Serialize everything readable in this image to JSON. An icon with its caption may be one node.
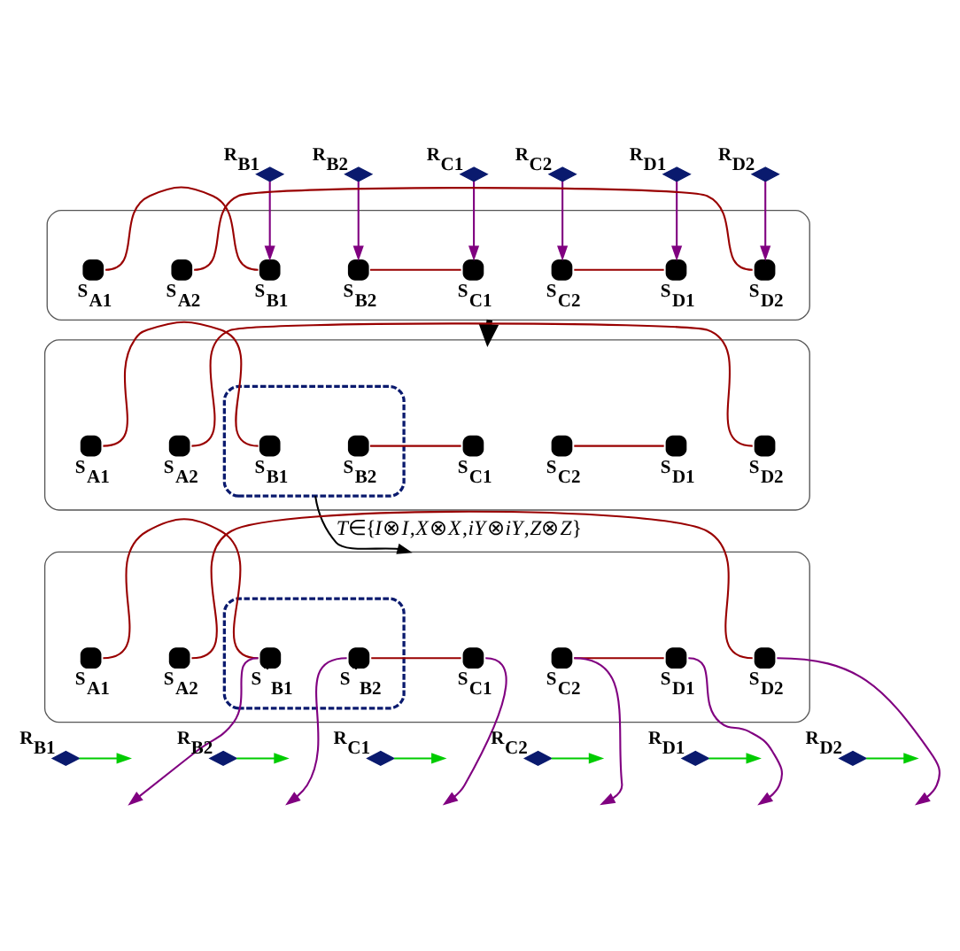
{
  "diagram": {
    "nodes": [
      {
        "text": [
          "R$_{B1}$"
        ]
      },
      {
        "text": [
          "R$_{B2}$"
        ]
      },
      {
        "text": [
          "R$_{C1}$"
        ]
      },
      {
        "text": [
          "R$_{C2}$"
        ]
      },
      {
        "text": [
          "R$_{D1}$"
        ]
      },
      {
        "text": [
          "R$_{D2}$"
        ]
      },
      {
        "text": [],
        "shape": "box"
      },
      {
        "text": [
          "S$_{A1}$"
        ],
        "in": 6
      },
      {
        "text": [
          "S$_{A2}$"
        ],
        "in": 6
      },
      {
        "text": [
          "S$_{B1}$"
        ],
        "in": 6
      },
      {
        "text": [
          "S$_{B2}$"
        ],
        "in": 6
      },
      {
        "text": [
          "S$_{C1}$"
        ],
        "in": 6
      },
      {
        "text": [
          "S$_{C2}$"
        ],
        "in": 6
      },
      {
        "text": [
          "S$_{D1}$"
        ],
        "in": 6
      },
      {
        "text": [
          "S$_{D2}$"
        ],
        "in": 6
      },
      {
        "text": [],
        "shape": "box"
      },
      {
        "text": [
          "S$_{A1}$"
        ],
        "in": 15
      },
      {
        "text": [
          "S$_{A2}$"
        ],
        "in": 15
      },
      {
        "text": [],
        "shape": "ellipse",
        "in": 15
      },
      {
        "text": [
          "S$_{B1}$"
        ],
        "in": 18
      },
      {
        "text": [
          "S$_{B2}$"
        ],
        "in": 18
      },
      {
        "text": [
          "S$_{C1}$"
        ],
        "in": 15
      },
      {
        "text": [
          "S$_{C2}$"
        ],
        "in": 15
      },
      {
        "text": [
          "S$_{D1}$"
        ],
        "in": 15
      },
      {
        "text": [
          "S$_{D2}$"
        ],
        "in": 15
      },
      {
        "text": [],
        "shape": "box"
      },
      {
        "text": [
          "S$_{A1}$"
        ],
        "in": 25
      },
      {
        "text": [
          "S$_{A2}$"
        ],
        "in": 25
      },
      {
        "text": [],
        "shape": "ellipse",
        "in": 25
      },
      {
        "text": [
          "S$^{*}$$_{B1}$"
        ],
        "in": 28
      },
      {
        "text": [
          "S$^{*}$$_{B2}$"
        ],
        "in": 28
      },
      {
        "text": [
          "S$_{C1}$"
        ],
        "in": 25
      },
      {
        "text": [
          "S$_{C2}$"
        ],
        "in": 25
      },
      {
        "text": [
          "S$_{D1}$"
        ],
        "in": 25
      },
      {
        "text": [
          "S$_{D2}$"
        ],
        "in": 25
      },
      {
        "text": [
          "R$_{B1}$"
        ]
      },
      {
        "text": [
          "R$_{B2}$"
        ]
      },
      {
        "text": [
          "R$_{C1}$"
        ]
      },
      {
        "text": [
          "R$_{C2}$"
        ]
      },
      {
        "text": [
          "R$_{D1}$"
        ]
      },
      {
        "text": [
          "R$_{D2}$"
        ]
      }
    ],
    "edges": [
      {
        "from": 0,
        "to": 9,
        "arrow": "to",
        "color": "#800080"
      },
      {
        "from": 1,
        "to": 10,
        "arrow": "to",
        "color": "#800080"
      },
      {
        "from": 2,
        "to": 11,
        "arrow": "to",
        "color": "#800080"
      },
      {
        "from": 3,
        "to": 12,
        "arrow": "to",
        "color": "#800080"
      },
      {
        "from": 4,
        "to": 13,
        "arrow": "to",
        "color": "#800080"
      },
      {
        "from": 5,
        "to": 14,
        "arrow": "to",
        "color": "#800080"
      },
      {
        "from": 7,
        "to": 9,
        "arrow": "none",
        "color": "#990000"
      },
      {
        "from": 8,
        "to": 14,
        "arrow": "none",
        "color": "#990000"
      },
      {
        "from": 10,
        "to": 11,
        "arrow": "none",
        "color": "#990000"
      },
      {
        "from": 12,
        "to": 13,
        "arrow": "none",
        "color": "#990000"
      },
      {
        "from": 6,
        "to": 15,
        "arrow": "to",
        "style": "thick",
        "color": "#000000"
      },
      {
        "from": 16,
        "to": 19,
        "arrow": "none",
        "color": "#990000"
      },
      {
        "from": 17,
        "to": 24,
        "arrow": "none",
        "color": "#990000"
      },
      {
        "from": 20,
        "to": 21,
        "arrow": "none",
        "color": "#990000"
      },
      {
        "from": 22,
        "to": 23,
        "arrow": "none",
        "color": "#990000"
      },
      {
        "from": 18,
        "to": 25,
        "arrow": "to",
        "color": "#000000",
        "label": "*T*∈{*I*⊗*I*,*X*⊗*X*,*iY*⊗*iY*,*Z*⊗*Z*}"
      },
      {
        "from": 26,
        "to": 29,
        "arrow": "none",
        "color": "#990000"
      },
      {
        "from": 27,
        "to": 34,
        "arrow": "none",
        "color": "#990000"
      },
      {
        "from": 30,
        "to": 31,
        "arrow": "none",
        "color": "#990000"
      },
      {
        "from": 32,
        "to": 33,
        "arrow": "none",
        "color": "#990000"
      },
      {
        "from": 29,
        "to": null,
        "arrow": "to",
        "color": "#800080"
      },
      {
        "from": 30,
        "to": null,
        "arrow": "to",
        "color": "#800080"
      },
      {
        "from": 31,
        "to": null,
        "arrow": "to",
        "color": "#800080"
      },
      {
        "from": 32,
        "to": null,
        "arrow": "to",
        "color": "#800080"
      },
      {
        "from": 33,
        "to": null,
        "arrow": "to",
        "color": "#800080"
      },
      {
        "from": 34,
        "to": null,
        "arrow": "to",
        "color": "#800080"
      },
      {
        "from": 35,
        "to": null,
        "arrow": "to",
        "color": "#00cc00"
      },
      {
        "from": 36,
        "to": null,
        "arrow": "to",
        "color": "#00cc00"
      },
      {
        "from": 37,
        "to": null,
        "arrow": "to",
        "color": "#00cc00"
      },
      {
        "from": 38,
        "to": null,
        "arrow": "to",
        "color": "#00cc00"
      },
      {
        "from": 39,
        "to": null,
        "arrow": "to",
        "color": "#00cc00"
      },
      {
        "from": 40,
        "to": null,
        "arrow": "to",
        "color": "#00cc00"
      }
    ]
  }
}
